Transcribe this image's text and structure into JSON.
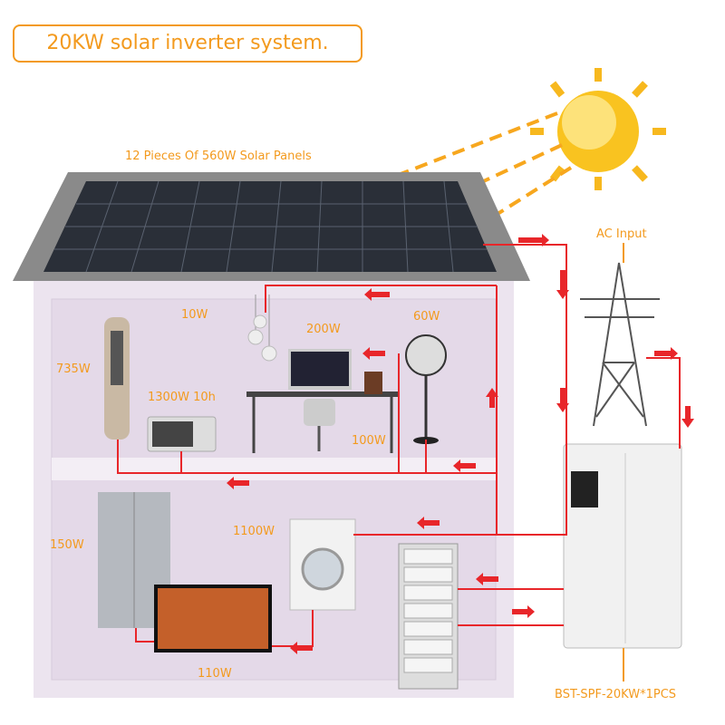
{
  "title": "20KW solar inverter system.",
  "labels": {
    "solar_panels": "12 Pieces Of 560W Solar Panels",
    "ac_input": "AC Input",
    "lights": "10W",
    "computer": "200W",
    "fan": "60W",
    "tower_fan": "735W",
    "microwave": "1300W 10h",
    "speaker": "100W",
    "fridge": "150W",
    "washer": "1100W",
    "tv": "110W",
    "inverter": "BST-SPF-20KW*1PCS"
  },
  "colors": {
    "accent": "#f39a1e",
    "wire": "#e8262a",
    "house": "#ece4ef"
  }
}
